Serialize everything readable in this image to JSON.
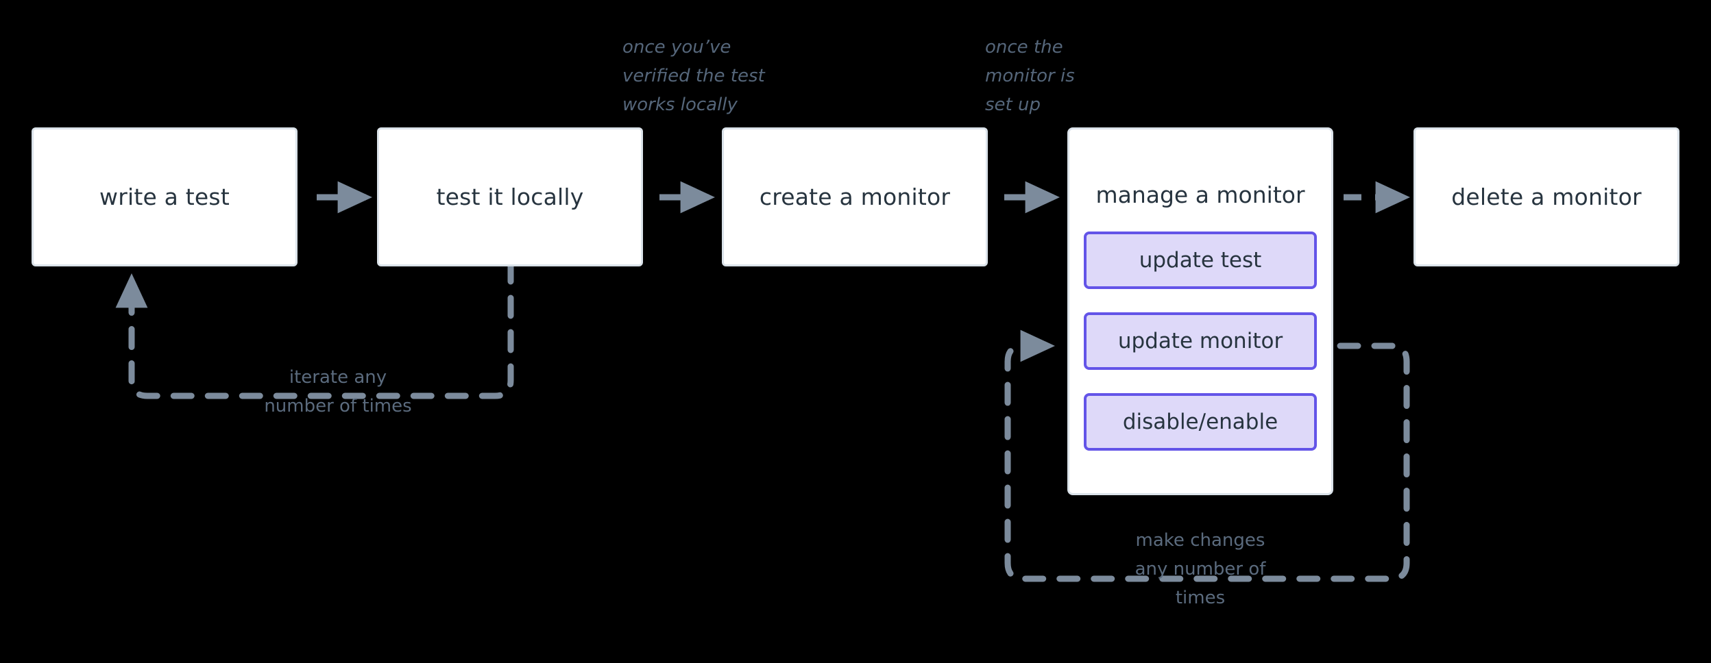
{
  "diagram": {
    "title": "monitor lifecycle flow",
    "background_color": "#000000",
    "node_fill": "#ffffff",
    "node_border": "#dbe3ea",
    "node_text_color": "#27343f",
    "accent_purple_border": "#6354e8",
    "accent_purple_fill": "#ded9f9",
    "connector_color": "#7c8b9c",
    "annotation_color": "#55667a"
  },
  "nodes": [
    {
      "id": "write-a-test",
      "label": "write a test"
    },
    {
      "id": "test-it-locally",
      "label": "test it locally"
    },
    {
      "id": "create-a-monitor",
      "label": "create a monitor"
    },
    {
      "id": "manage-a-monitor",
      "label": "manage a monitor"
    },
    {
      "id": "delete-a-monitor",
      "label": "delete a monitor"
    }
  ],
  "manage_actions": [
    {
      "id": "update-test",
      "label": "update test"
    },
    {
      "id": "update-monitor",
      "label": "update monitor"
    },
    {
      "id": "disable-enable",
      "label": "disable/enable"
    }
  ],
  "annotations": {
    "verified_locally": "once you’ve\nverified the test\nworks locally",
    "monitor_set_up": "once the\nmonitor is\nset up",
    "iterate_loop": "iterate any\nnumber of times",
    "make_changes_loop": "make changes\nany number of\ntimes"
  },
  "connectors": [
    {
      "id": "write-to-test",
      "style": "solid",
      "direction": "right"
    },
    {
      "id": "test-to-create",
      "style": "solid",
      "direction": "right"
    },
    {
      "id": "create-to-manage",
      "style": "solid",
      "direction": "right"
    },
    {
      "id": "manage-to-delete",
      "style": "dashed",
      "direction": "right"
    },
    {
      "id": "iterate-loop-back",
      "style": "dashed",
      "direction": "up"
    },
    {
      "id": "make-changes-loop-back",
      "style": "dashed",
      "direction": "right"
    }
  ]
}
